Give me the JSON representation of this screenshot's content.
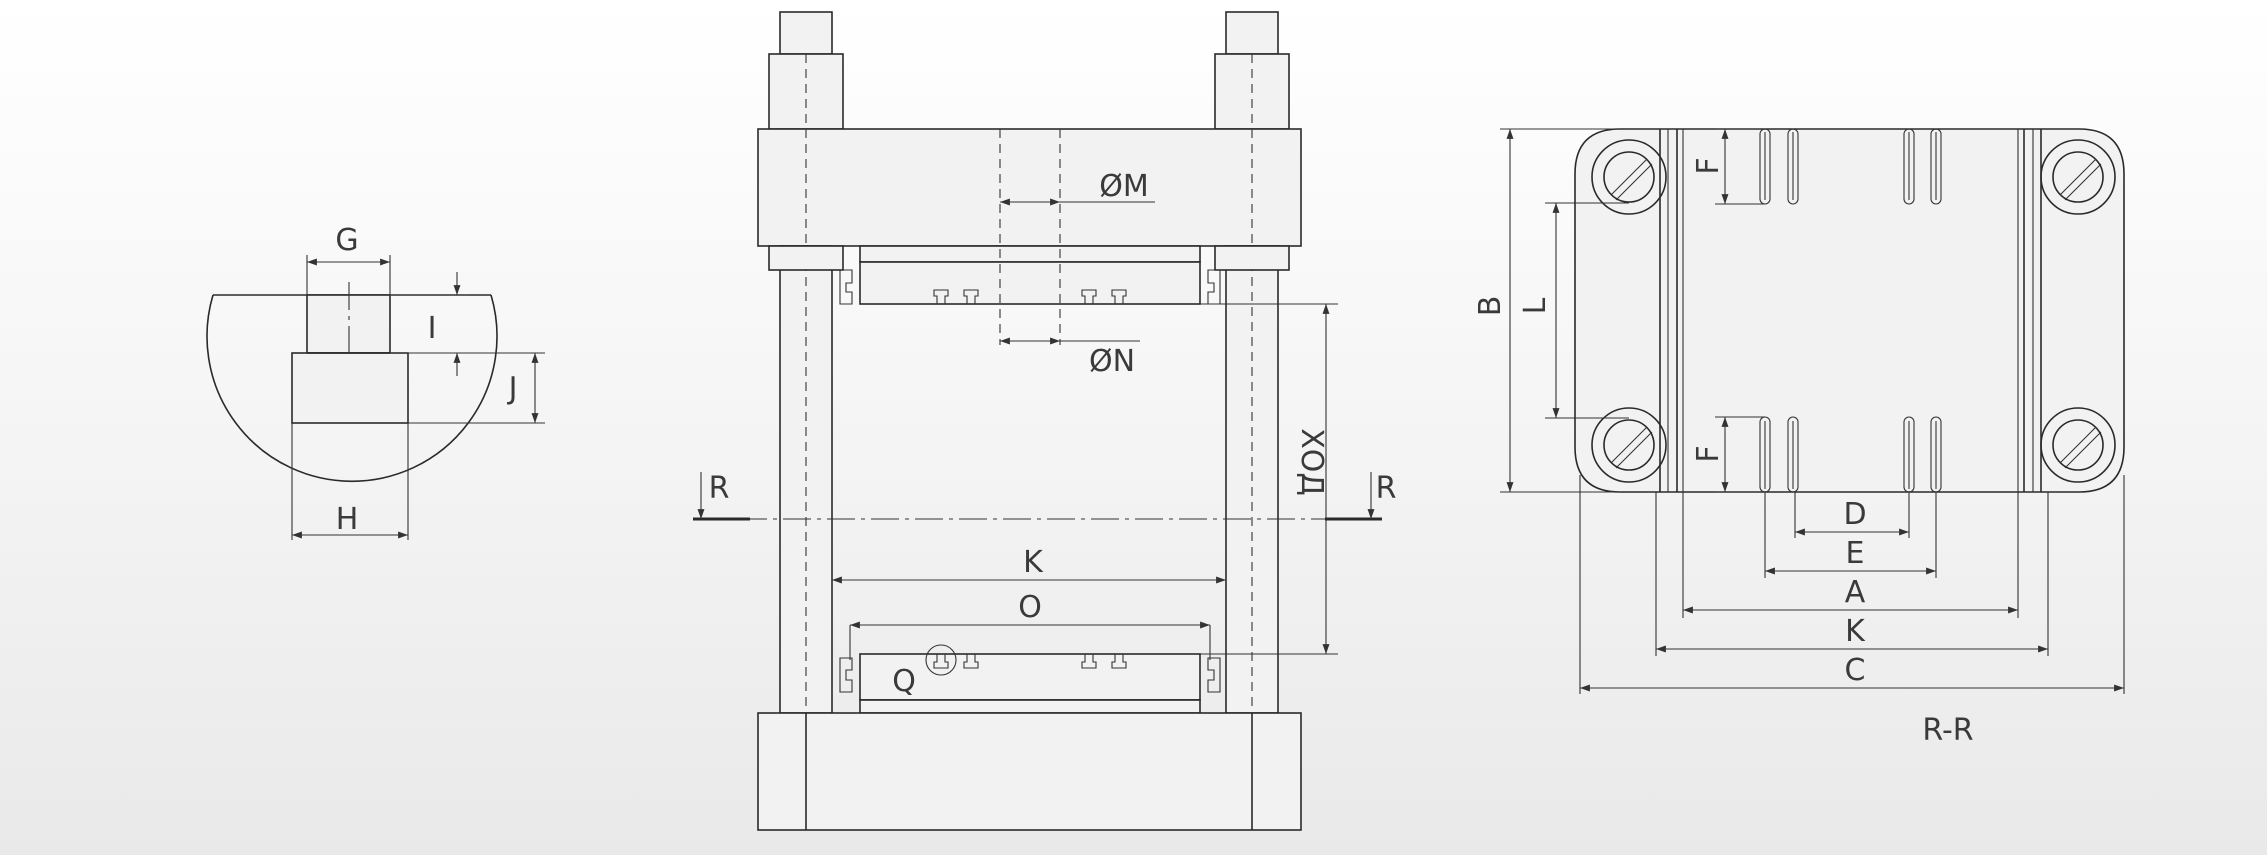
{
  "labels": {
    "G": "G",
    "I": "I",
    "J": "J",
    "H": "H",
    "M": "ØM",
    "N": "ØN",
    "hod": "ХОД",
    "R_left": "R",
    "R_right": "R",
    "K": "K",
    "O": "O",
    "Q": "Q",
    "B": "B",
    "L": "L",
    "F_top": "F",
    "F_bottom": "F",
    "D": "D",
    "E": "E",
    "A": "A",
    "K2": "K",
    "C": "C",
    "section": "R-R"
  }
}
